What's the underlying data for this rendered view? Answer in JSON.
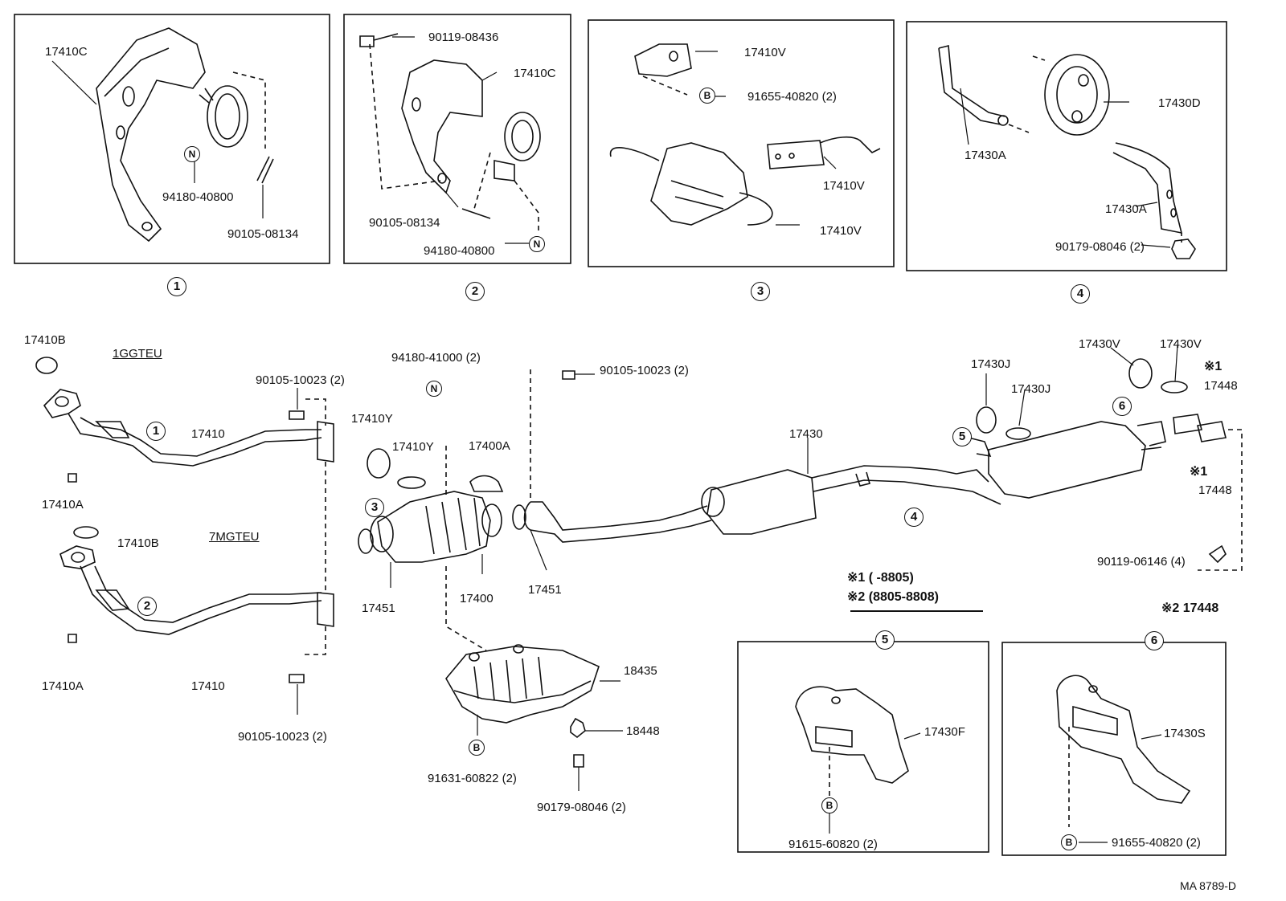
{
  "insets": [
    {
      "number": "1",
      "labels": [
        "17410C",
        "94180-40800",
        "90105-08134"
      ],
      "marks": [
        "N"
      ]
    },
    {
      "number": "2",
      "labels": [
        "90119-08436",
        "17410C",
        "90105-08134",
        "94180-40800"
      ],
      "marks": [
        "N"
      ]
    },
    {
      "number": "3",
      "labels": [
        "17410V",
        "91655-40820 (2)",
        "17410V",
        "17410V"
      ],
      "marks": [
        "B"
      ]
    },
    {
      "number": "4",
      "labels": [
        "17430D",
        "17430A",
        "17430A",
        "90179-08046 (2)"
      ],
      "marks": []
    },
    {
      "number": "5",
      "labels": [
        "17430F",
        "91615-60820 (2)"
      ],
      "marks": [
        "B"
      ]
    },
    {
      "number": "6",
      "labels": [
        "17430S",
        "91655-40820 (2)"
      ],
      "marks": [
        "B"
      ]
    }
  ],
  "engines": [
    "1GGTEU",
    "7MGTEU"
  ],
  "main_labels": {
    "g17410b_1": "17410B",
    "g17410b_2": "17410B",
    "p17410a_1": "17410A",
    "p17410a_2": "17410A",
    "p17410_1": "17410",
    "p17410_2": "17410",
    "b9010510023_1": "90105-10023 (2)",
    "b9010510023_2": "90105-10023 (2)",
    "b9010510023_3": "90105-10023 (2)",
    "n9418041000": "94180-41000 (2)",
    "g17410y_1": "17410Y",
    "g17410y_2": "17410Y",
    "p17400a": "17400A",
    "p17400": "17400",
    "g17451_1": "17451",
    "g17451_2": "17451",
    "p17430": "17430",
    "g17430j_1": "17430J",
    "g17430j_2": "17430J",
    "g17430v_1": "17430V",
    "g17430v_2": "17430V",
    "p17448_1": "17448",
    "p17448_2": "17448",
    "m1": "※1",
    "m2": "※1",
    "b9011906146": "90119-06146 (4)",
    "p17448_3": "※2 17448",
    "p18435": "18435",
    "p18448": "18448",
    "b9163160822": "91631-60822 (2)",
    "b9017908046": "90179-08046 (2)",
    "mark_n": "N",
    "mark_b": "B"
  },
  "refs_main": [
    "1",
    "2",
    "3",
    "4",
    "5",
    "6"
  ],
  "legend": {
    "line1": "※1 (        -8805)",
    "line2": "※2 (8805-8808)"
  },
  "code": "MA  8789-D"
}
